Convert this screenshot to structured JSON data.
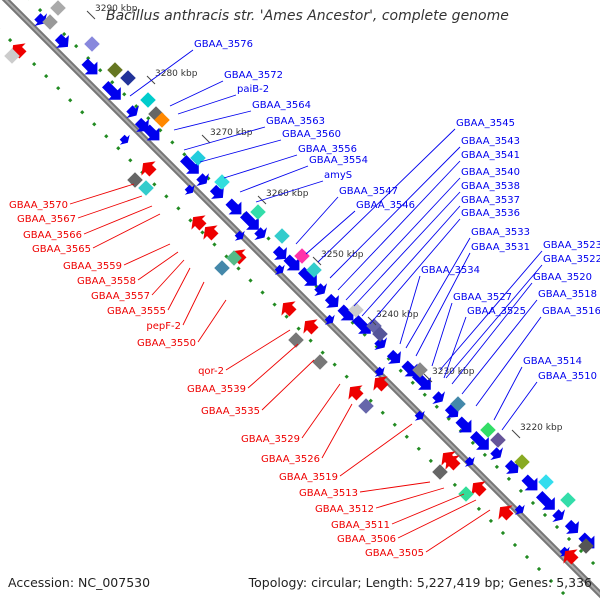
{
  "title": "Bacillus anthracis str. 'Ames Ancestor', complete genome",
  "footer": {
    "accession": "Accession: NC_007530",
    "topology": "Topology: circular; Length: 5,227,419 bp; Genes: 5,336"
  },
  "ticks": [
    "3290 kbp",
    "3280 kbp",
    "3270 kbp",
    "3260 kbp",
    "3250 kbp",
    "3240 kbp",
    "3230 kbp",
    "3220 kbp"
  ],
  "strands": {
    "forward_color": "#0000ee",
    "reverse_color": "#ee0000",
    "backbone_color": "#808080"
  },
  "genes_forward": [
    "GBAA_3576",
    "GBAA_3572",
    "paiB-2",
    "GBAA_3564",
    "GBAA_3563",
    "GBAA_3560",
    "GBAA_3556",
    "GBAA_3554",
    "amyS",
    "GBAA_3547",
    "GBAA_3546",
    "GBAA_3545",
    "GBAA_3543",
    "GBAA_3541",
    "GBAA_3540",
    "GBAA_3538",
    "GBAA_3537",
    "GBAA_3536",
    "GBAA_3533",
    "GBAA_3531",
    "GBAA_3534",
    "GBAA_3523",
    "GBAA_3522",
    "GBAA_3520",
    "GBAA_3527",
    "GBAA_3518",
    "GBAA_3525",
    "GBAA_3516",
    "GBAA_3514",
    "GBAA_3510"
  ],
  "genes_reverse": [
    "GBAA_3570",
    "GBAA_3567",
    "GBAA_3566",
    "GBAA_3565",
    "GBAA_3559",
    "GBAA_3558",
    "GBAA_3557",
    "GBAA_3555",
    "pepF-2",
    "GBAA_3550",
    "qor-2",
    "GBAA_3539",
    "GBAA_3535",
    "GBAA_3529",
    "GBAA_3526",
    "GBAA_3519",
    "GBAA_3513",
    "GBAA_3512",
    "GBAA_3511",
    "GBAA_3506",
    "GBAA_3505"
  ]
}
